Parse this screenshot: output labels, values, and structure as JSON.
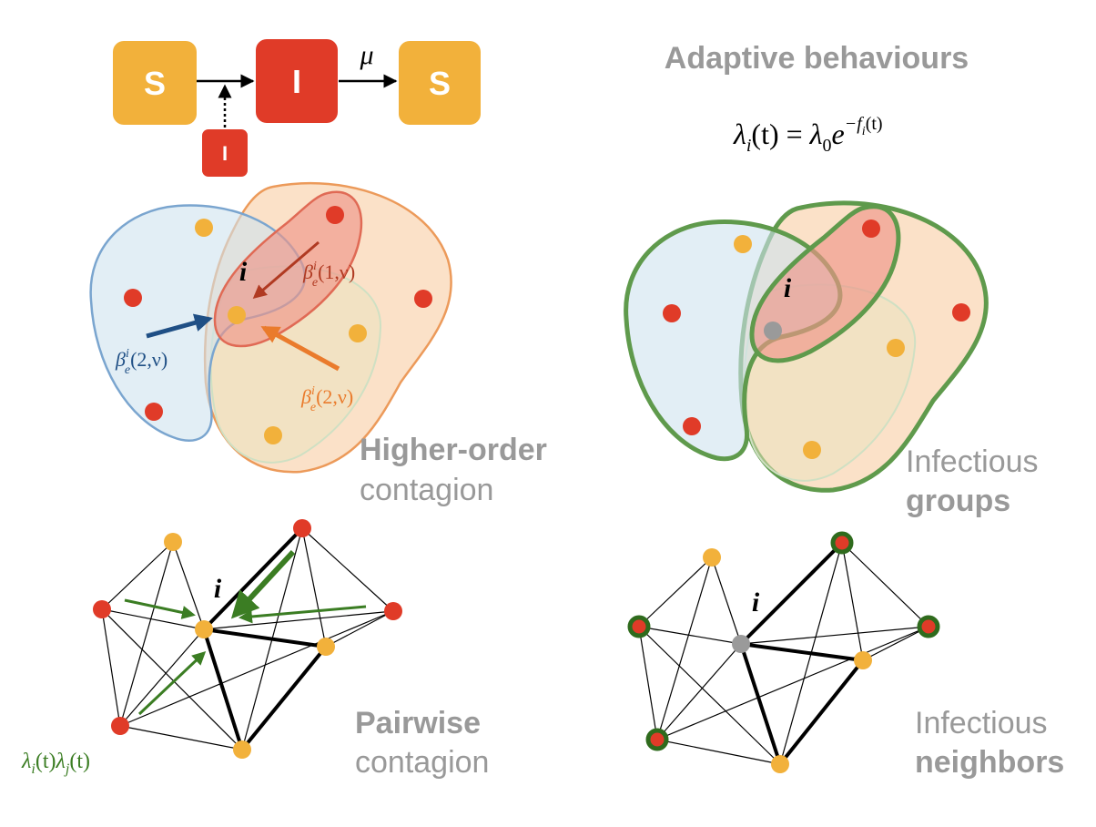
{
  "sis": {
    "s_left": "S",
    "i_center": "I",
    "i_small": "I",
    "s_right": "S",
    "mu": "μ"
  },
  "adaptive": {
    "title": "Adaptive behaviours",
    "formula_lhs_lambda": "λ",
    "formula_lhs_sub": "i",
    "formula_lhs_arg": "(t) = ",
    "formula_rhs_lambda": "λ",
    "formula_rhs_sub": "0",
    "formula_rhs_e": "e",
    "formula_rhs_exp": "−f",
    "formula_rhs_exp_sub": "i",
    "formula_rhs_exp_arg": "(t)"
  },
  "higher_order": {
    "node_label": "i",
    "beta_red": {
      "b": "β",
      "sup": "i",
      "sub": "e",
      "arg": "(1,ν)"
    },
    "beta_blue": {
      "b": "β",
      "sup": "i",
      "sub": "e",
      "arg": "(2,ν)"
    },
    "beta_orange": {
      "b": "β",
      "sup": "i",
      "sub": "e",
      "arg": "(2,ν)"
    },
    "title_bold": "Higher-order",
    "title_regular": "contagion"
  },
  "groups": {
    "node_label": "i",
    "title_regular": "Infectious",
    "title_bold": "groups"
  },
  "pairwise": {
    "node_label": "i",
    "rate_label": {
      "l1": "λ",
      "s1": "i",
      "a1": "(t)",
      "l2": "λ",
      "s2": "j",
      "a2": "(t)"
    },
    "title_bold": "Pairwise",
    "title_regular": "contagion"
  },
  "neighbors": {
    "node_label": "i",
    "title_regular": "Infectious",
    "title_bold": "neighbors"
  },
  "colors": {
    "susceptible": "#f2b13b",
    "infected": "#e03b28",
    "neutral": "#9a9a9a",
    "arrow_green": "#3b7d23",
    "arrow_blue": "#1f4f85",
    "arrow_orange": "#ea7b2c",
    "arrow_red": "#b03a22",
    "label_gray": "#999999",
    "group_green": "#5f9a4c"
  }
}
